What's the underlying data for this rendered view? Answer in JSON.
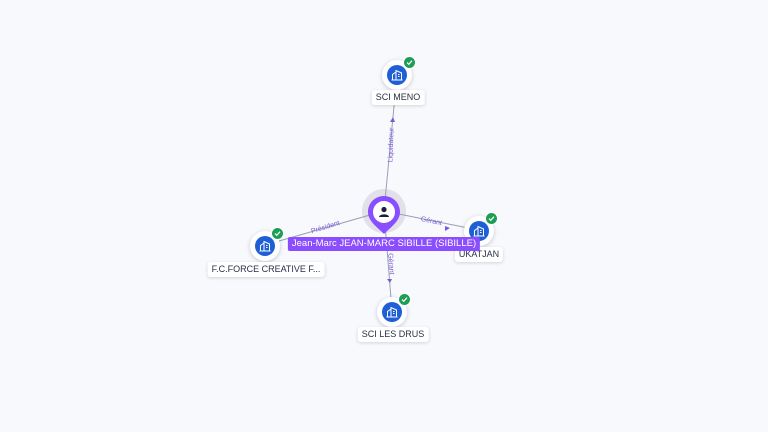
{
  "center": {
    "name": "Jean-Marc JEAN-MARC SIBILLE (SIBILLE)",
    "icon": "person-icon",
    "color": "#8a4dff"
  },
  "companies": [
    {
      "id": "meno",
      "name": "SCI MENO",
      "icon": "building-icon",
      "verified": true,
      "relation": "Liquidateur"
    },
    {
      "id": "fcforce",
      "name": "F.C.FORCE CREATIVE F...",
      "icon": "building-icon",
      "verified": true,
      "relation": "Président"
    },
    {
      "id": "ukatjan",
      "name": "UKATJAN",
      "icon": "building-icon",
      "verified": true,
      "relation": "Gérant"
    },
    {
      "id": "drus",
      "name": "SCI LES DRUS",
      "icon": "building-icon",
      "verified": true,
      "relation": "Gérant"
    }
  ],
  "colors": {
    "company": "#1f5fd6",
    "verified": "#1e9e55",
    "edge": "#9aa0b4",
    "edge_label": "#7a5ad8"
  }
}
